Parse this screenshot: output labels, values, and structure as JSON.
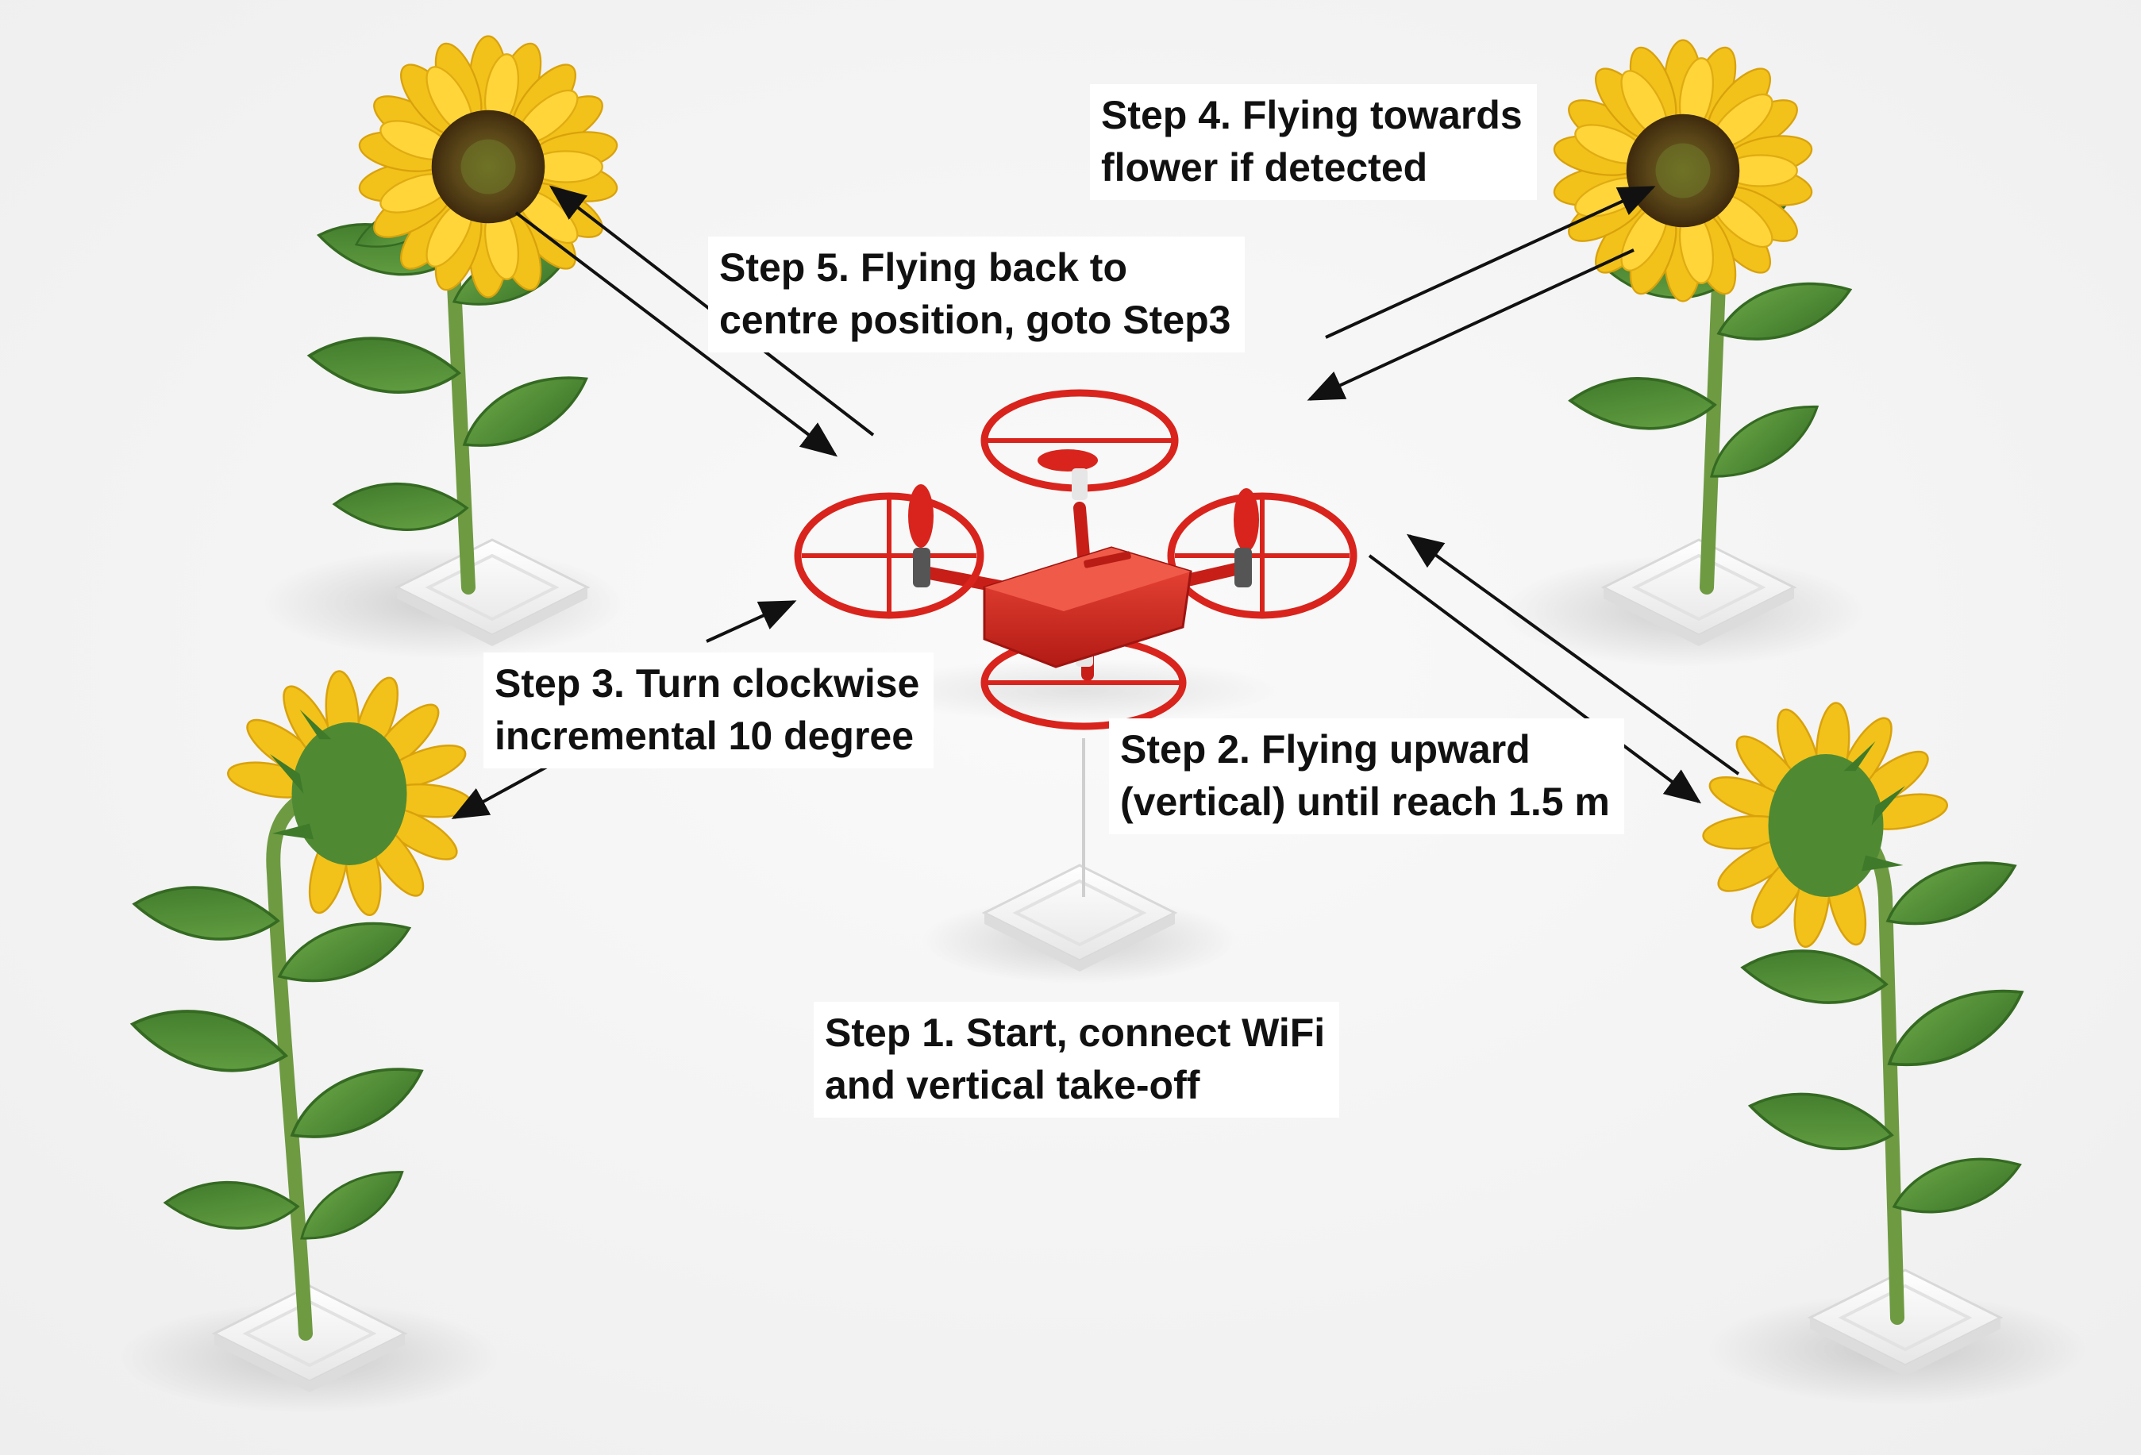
{
  "steps": {
    "step1": {
      "line1": "Step 1. Start, connect WiFi",
      "line2": "and vertical take-off"
    },
    "step2": {
      "line1": "Step 2. Flying upward",
      "line2": "(vertical) until reach 1.5 m"
    },
    "step3": {
      "line1": "Step 3. Turn clockwise",
      "line2": "incremental 10 degree"
    },
    "step4": {
      "line1": "Step 4. Flying towards",
      "line2": "flower if detected"
    },
    "step5": {
      "line1": "Step 5. Flying back to",
      "line2": "centre position, goto Step3"
    }
  },
  "colors": {
    "drone": "#d8241c",
    "petal": "#f2c21a",
    "flower_center": "#5b4a1c",
    "leaf": "#4c8a35",
    "stem": "#6e9a42",
    "base": "#f7f7f7",
    "arrow": "#111111"
  }
}
